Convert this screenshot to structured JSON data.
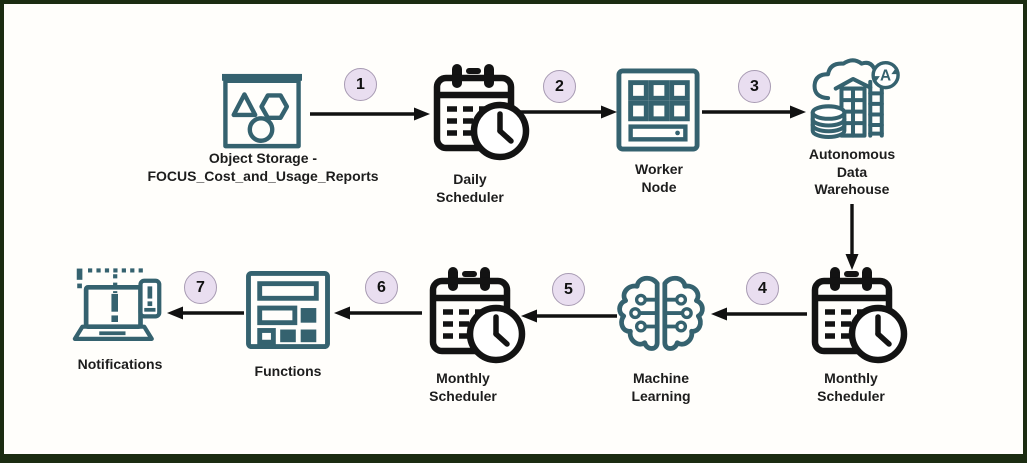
{
  "palette": {
    "frame_green": "#1b2c11",
    "background": "#fffefb",
    "icon_teal": "#35626f",
    "icon_black": "#131313",
    "badge_fill": "#e9def0",
    "badge_border": "#a89bb3",
    "arrow_black": "#111111",
    "text": "#1d1d1d"
  },
  "nodes": {
    "object_storage": {
      "lines": [
        "Object Storage -",
        "FOCUS_Cost_and_Usage_Reports"
      ]
    },
    "daily_scheduler": {
      "lines": [
        "Daily",
        "Scheduler"
      ]
    },
    "worker_node": {
      "lines": [
        "Worker",
        "Node"
      ]
    },
    "autonomous_data_warehouse": {
      "lines": [
        "Autonomous",
        "Data",
        "Warehouse"
      ]
    },
    "monthly_scheduler_right": {
      "lines": [
        "Monthly",
        "Scheduler"
      ]
    },
    "machine_learning": {
      "lines": [
        "Machine",
        "Learning"
      ]
    },
    "monthly_scheduler_left": {
      "lines": [
        "Monthly",
        "Scheduler"
      ]
    },
    "functions": {
      "lines": [
        "Functions"
      ]
    },
    "notifications": {
      "lines": [
        "Notifications"
      ]
    }
  },
  "steps": [
    "1",
    "2",
    "3",
    "4",
    "5",
    "6",
    "7"
  ]
}
